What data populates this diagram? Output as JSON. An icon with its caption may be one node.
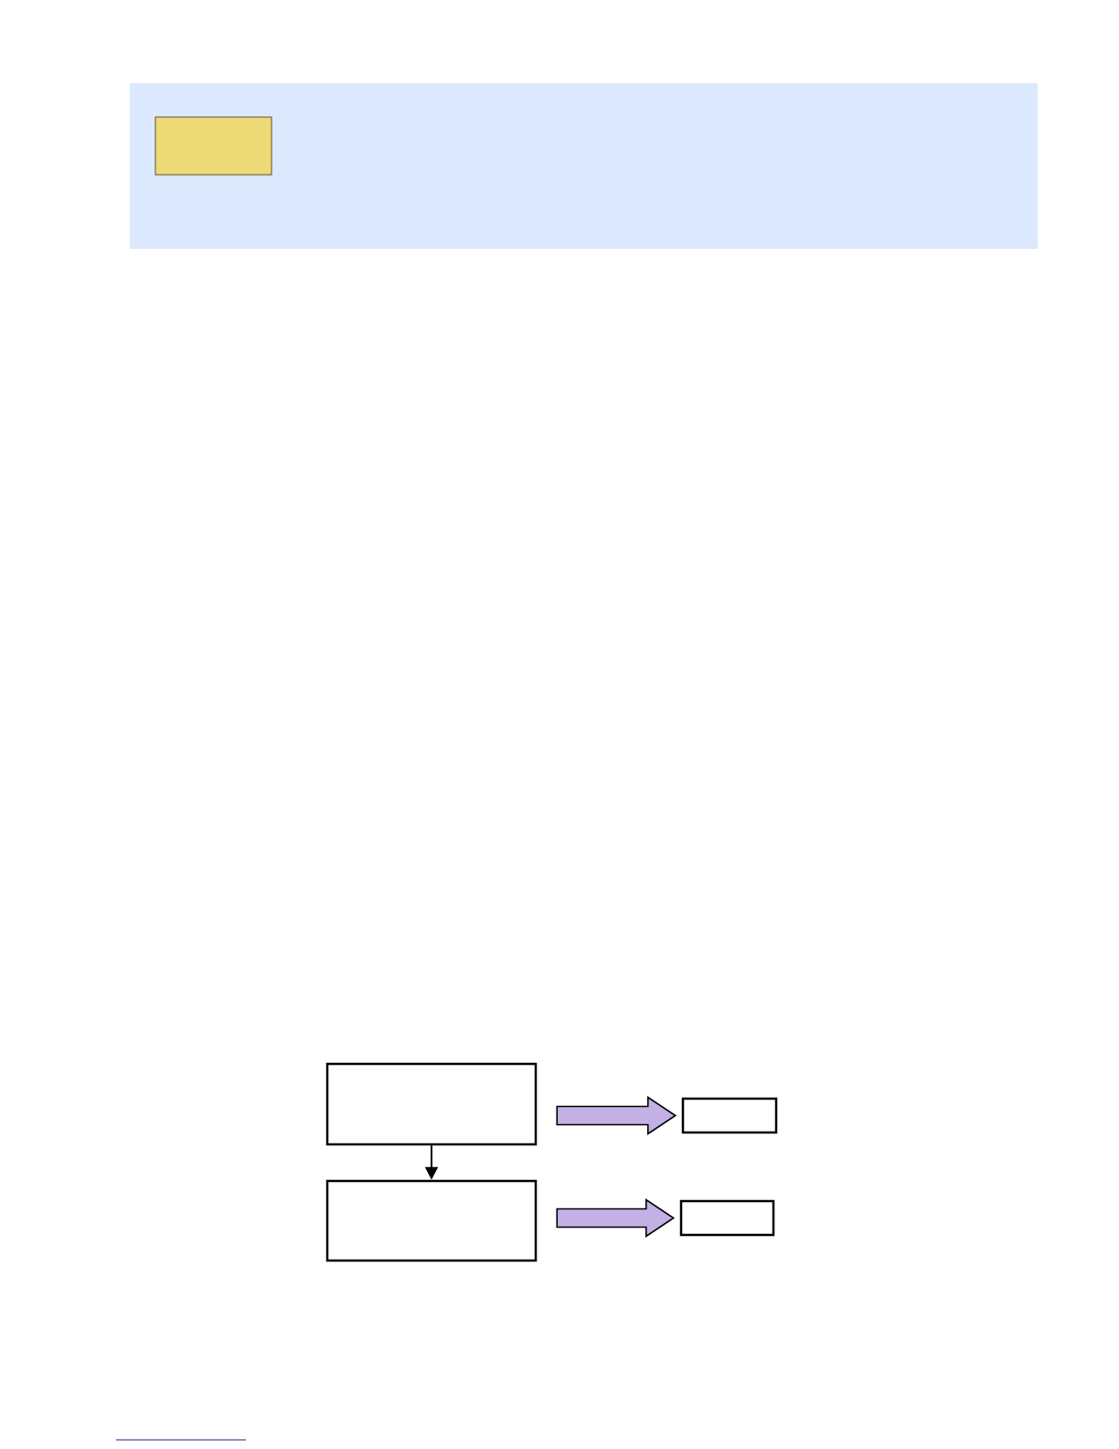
{
  "diagram": {
    "nodes": [
      {
        "text": [],
        "shape": "box"
      },
      {
        "text": [],
        "shape": "box"
      },
      {
        "text": [],
        "shape": "box"
      },
      {
        "text": [],
        "shape": "box"
      }
    ],
    "edges": [
      {
        "from": 0,
        "to": 2,
        "arrow": "to"
      },
      {
        "from": 0,
        "to": 1,
        "arrow": "to",
        "style": "thick",
        "color": "#c3b1e5"
      },
      {
        "from": 2,
        "to": 3,
        "arrow": "to",
        "style": "thick",
        "color": "#c3b1e5"
      }
    ]
  }
}
